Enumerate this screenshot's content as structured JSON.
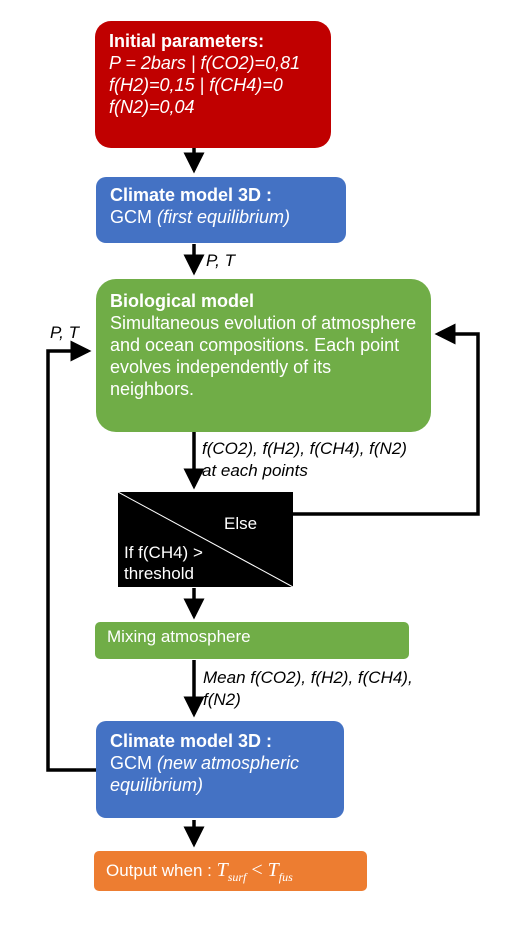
{
  "initial": {
    "title": "Initial parameters:",
    "line1": "P = 2bars | f(CO2)=0,81",
    "line2": "f(H2)=0,15 | f(CH4)=0",
    "line3": "f(N2)=0,04"
  },
  "climate1": {
    "title": "Climate model 3D :",
    "text": "GCM ",
    "text_italic": "(first equilibrium)"
  },
  "label_pt_right": "P, T",
  "label_pt_left": "P, T",
  "bio": {
    "title": "Biological model",
    "text": "Simultaneous evolution of atmosphere and ocean compositions. Each point evolves independently of its neighbors."
  },
  "label_fractions": {
    "line1": "f(CO2), f(H2), f(CH4), f(N2)",
    "line2": "at each points"
  },
  "decision": {
    "else": "Else",
    "if_line1": "If f(CH4) >",
    "if_line2": "threshold"
  },
  "mixing": {
    "label": "Mixing atmosphere"
  },
  "label_mean": {
    "line1": "Mean  f(CO2), f(H2), f(CH4),",
    "line2": "f(N2)"
  },
  "climate2": {
    "title": "Climate model 3D :",
    "text": "GCM ",
    "text_italic": "(new atmospheric equilibrium)"
  },
  "output": {
    "label": "Output when : ",
    "t": "T",
    "surf": "surf",
    "lt": "<",
    "fus": "fus"
  },
  "colors": {
    "red": "#c00000",
    "blue": "#4472c4",
    "green": "#70ad47",
    "orange": "#ed7d31",
    "black": "#000000"
  }
}
